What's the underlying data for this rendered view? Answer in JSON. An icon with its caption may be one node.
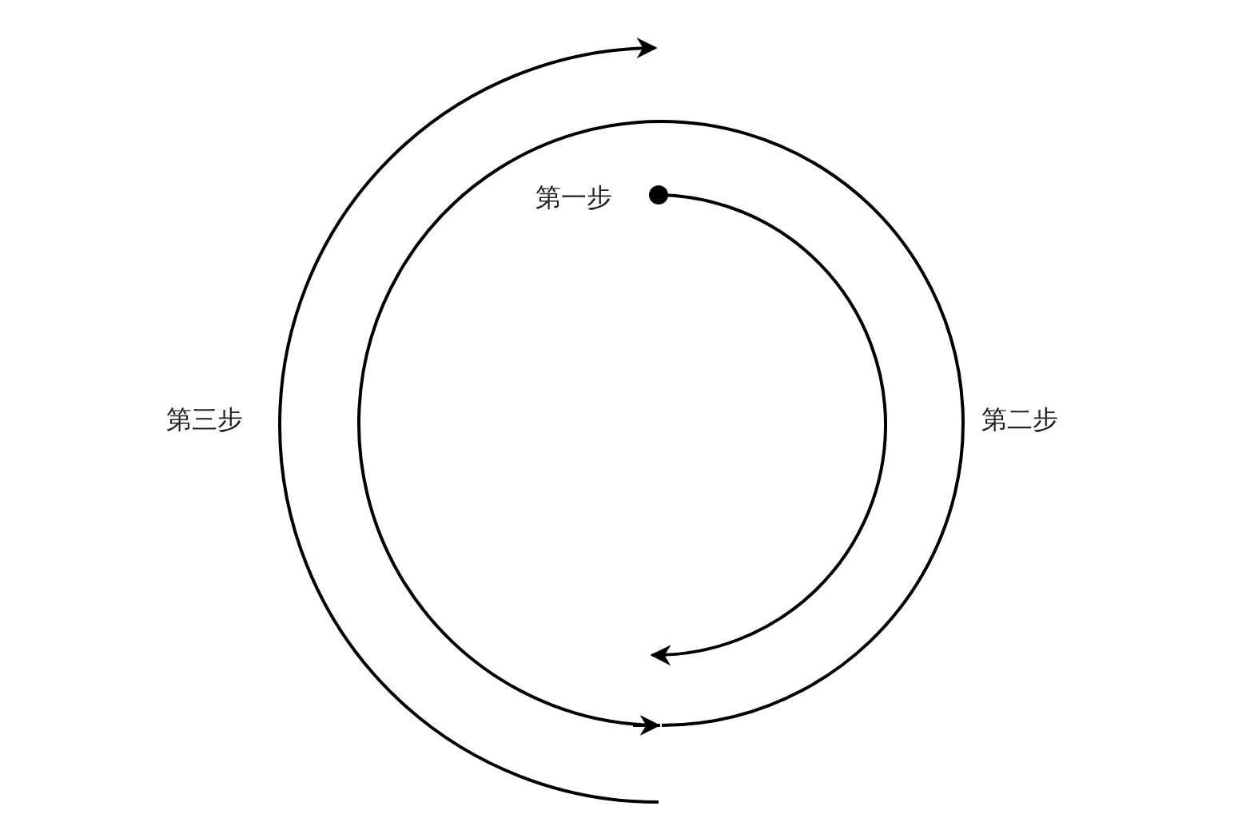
{
  "diagram": {
    "labels": [
      "第一步",
      "第三步",
      "第二步"
    ]
  }
}
